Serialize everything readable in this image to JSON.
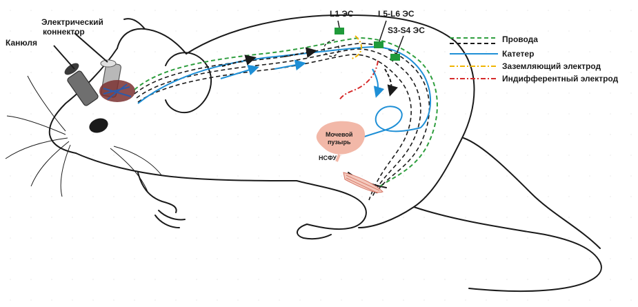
{
  "labels": {
    "cannula": "Канюля",
    "connector_line1": "Электрический",
    "connector_line2": "коннектор",
    "l1": "L1 ЭС",
    "l5l6": "L5-L6 ЭС",
    "s3s4": "S3-S4 ЭС",
    "bladder_line1": "Мочевой",
    "bladder_line2": "пузырь",
    "nsfu": "НСФУ"
  },
  "legend": [
    {
      "label": "Провода",
      "color": "#2e9e3e",
      "style": "dashed-double",
      "color2": "#1a1a1a"
    },
    {
      "label": "Катетер",
      "color": "#1e8fd6",
      "style": "solid"
    },
    {
      "label": "Заземляющий электрод",
      "color": "#f0b400",
      "style": "dash-dot"
    },
    {
      "label": "Индифферентный электрод",
      "color": "#d62a2a",
      "style": "dash-dot"
    }
  ],
  "colors": {
    "outline": "#1a1a1a",
    "wires_green": "#2e9e3e",
    "catheter": "#1e8fd6",
    "ground": "#f0b400",
    "indifferent": "#d62a2a",
    "bladder": "#f2b8a8",
    "electrode": "#1f9a3a"
  }
}
